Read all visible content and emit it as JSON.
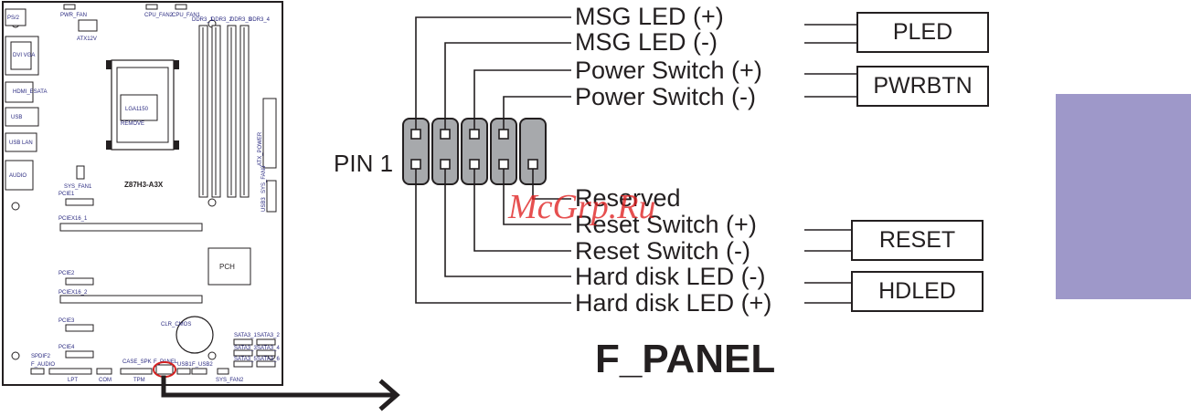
{
  "header": {
    "title": "F_PANEL",
    "pin1_label": "PIN 1"
  },
  "pins_top": [
    "MSG LED (+)",
    "MSG LED (-)",
    "Power Switch (+)",
    "Power Switch (-)"
  ],
  "pins_bottom": [
    "Reserved",
    "Reset Switch (+)",
    "Reset Switch (-)",
    "Hard disk LED (-)",
    "Hard disk LED (+)"
  ],
  "groups": {
    "pled": "PLED",
    "pwrbtn": "PWRBTN",
    "reset": "RESET",
    "hdled": "HDLED"
  },
  "board": {
    "model": "Z87H3-A3X",
    "socket": "LGA1150",
    "chipset": "PCH",
    "socket_note": "REMOVE",
    "ps2": "PS/2",
    "pwr_fan": "PWR_FAN",
    "cpu_fan2": "CPU_FAN2",
    "cpu_fan1": "CPU_FAN1",
    "atx12v": "ATX12V",
    "ddr3_1": "DDR3_1",
    "ddr3_2": "DDR3_2",
    "ddr3_3": "DDR3_3",
    "ddr3_4": "DDR3_4",
    "dvi_vga": "DVI VGA",
    "hdmi_esata": "HDMI_ESATA",
    "usb": "USB",
    "usb_lan": "USB LAN",
    "audio": "AUDIO",
    "sys_fan1": "SYS_FAN1",
    "atx_power": "ATX_POWER",
    "sys_fan3": "SYS_FAN3",
    "usb3_header": "USB3",
    "pcie1": "PCIE1",
    "pciex16_1": "PCIEX16_1",
    "pcie2": "PCIE2",
    "pciex16_2": "PCIEX16_2",
    "pcie3": "PCIE3",
    "pcie4": "PCIE4",
    "clr_cmos": "CLR_CMOS",
    "sata3_1": "SATA3_1",
    "sata3_2": "SATA3_2",
    "sata3_3": "SATA3_3",
    "sata3_4": "SATA3_4",
    "sata3_5": "SATA3_5",
    "sata3_6": "SATA3_6",
    "spdif": "SPDIF2",
    "f_audio": "F_AUDIO",
    "lpt": "LPT",
    "com": "COM",
    "case_spk": "CASE_SPK",
    "tpm": "TPM",
    "f_panel": "F_PANEL",
    "usb1": "USB1",
    "f_usb2": "F_USB2",
    "sys_fan2": "SYS_FAN2"
  },
  "watermark": "McGrp.Ru",
  "colors": {
    "ink": "#231f20",
    "pin_fill": "#a7a9ac",
    "side_panel": "#9e98c9",
    "highlight_circle": "#d42020",
    "board_label": "#2a2a80"
  }
}
